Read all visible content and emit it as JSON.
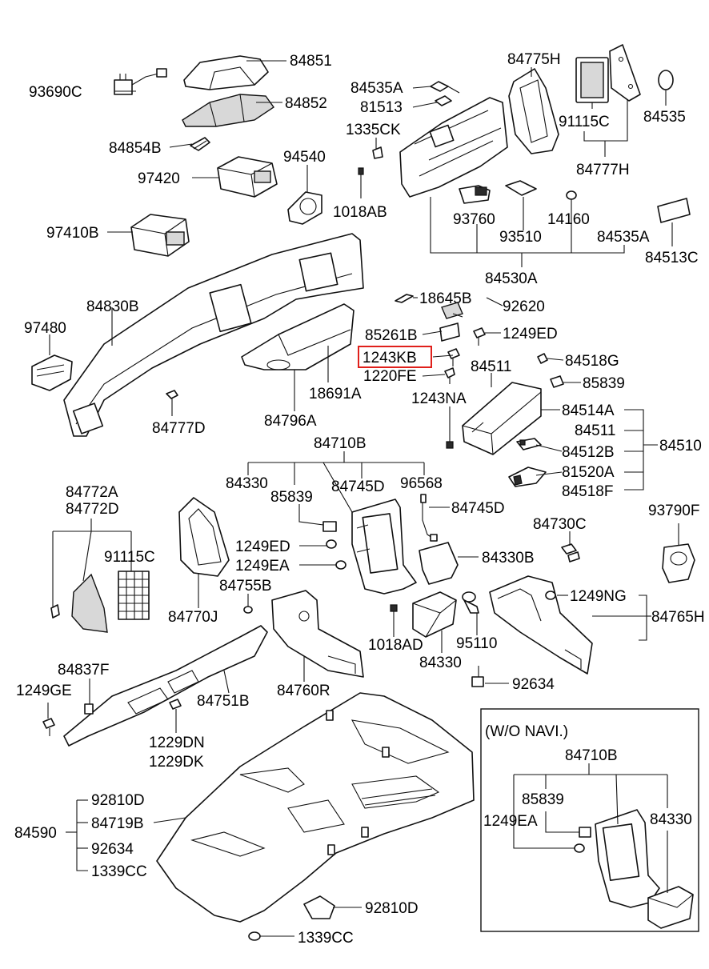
{
  "labels": [
    {
      "id": "l01",
      "text": "84851"
    },
    {
      "id": "l02",
      "text": "93690C"
    },
    {
      "id": "l03",
      "text": "84852"
    },
    {
      "id": "l04",
      "text": "84854B"
    },
    {
      "id": "l05",
      "text": "94540"
    },
    {
      "id": "l06",
      "text": "97420"
    },
    {
      "id": "l07",
      "text": "1018AB"
    },
    {
      "id": "l08",
      "text": "97410B"
    },
    {
      "id": "l09",
      "text": "84535A"
    },
    {
      "id": "l10",
      "text": "81513"
    },
    {
      "id": "l11",
      "text": "1335CK"
    },
    {
      "id": "l12",
      "text": "84775H"
    },
    {
      "id": "l13",
      "text": "91115C"
    },
    {
      "id": "l14",
      "text": "84535"
    },
    {
      "id": "l15",
      "text": "84777H"
    },
    {
      "id": "l16",
      "text": "93760"
    },
    {
      "id": "l17",
      "text": "14160"
    },
    {
      "id": "l18",
      "text": "93510"
    },
    {
      "id": "l19",
      "text": "84535A"
    },
    {
      "id": "l20",
      "text": "84513C"
    },
    {
      "id": "l21",
      "text": "84530A"
    },
    {
      "id": "l22",
      "text": "84830B"
    },
    {
      "id": "l23",
      "text": "97480"
    },
    {
      "id": "l24",
      "text": "84777D"
    },
    {
      "id": "l25",
      "text": "84796A"
    },
    {
      "id": "l26",
      "text": "18691A"
    },
    {
      "id": "l27",
      "text": "18645B"
    },
    {
      "id": "l28",
      "text": "92620"
    },
    {
      "id": "l29",
      "text": "85261B"
    },
    {
      "id": "l30",
      "text": "1249ED"
    },
    {
      "id": "l31",
      "text": "1243KB"
    },
    {
      "id": "l32",
      "text": "84518G"
    },
    {
      "id": "l33",
      "text": "1220FE"
    },
    {
      "id": "l34",
      "text": "84511"
    },
    {
      "id": "l35",
      "text": "85839"
    },
    {
      "id": "l36",
      "text": "1243NA"
    },
    {
      "id": "l37",
      "text": "84514A"
    },
    {
      "id": "l38",
      "text": "84511"
    },
    {
      "id": "l39",
      "text": "84510"
    },
    {
      "id": "l40",
      "text": "84512B"
    },
    {
      "id": "l41",
      "text": "81520A"
    },
    {
      "id": "l42",
      "text": "84518F"
    },
    {
      "id": "l43",
      "text": "84710B"
    },
    {
      "id": "l44",
      "text": "84330"
    },
    {
      "id": "l45",
      "text": "84745D"
    },
    {
      "id": "l46",
      "text": "96568"
    },
    {
      "id": "l47",
      "text": "85839"
    },
    {
      "id": "l48",
      "text": "84745D"
    },
    {
      "id": "l49",
      "text": "84772A"
    },
    {
      "id": "l50",
      "text": "84772D"
    },
    {
      "id": "l51",
      "text": "93790F"
    },
    {
      "id": "l52",
      "text": "84730C"
    },
    {
      "id": "l53",
      "text": "1249ED"
    },
    {
      "id": "l54",
      "text": "91115C"
    },
    {
      "id": "l55",
      "text": "84330B"
    },
    {
      "id": "l56",
      "text": "1249EA"
    },
    {
      "id": "l57",
      "text": "84755B"
    },
    {
      "id": "l58",
      "text": "1249NG"
    },
    {
      "id": "l59",
      "text": "84770J"
    },
    {
      "id": "l60",
      "text": "84765H"
    },
    {
      "id": "l61",
      "text": "1018AD"
    },
    {
      "id": "l62",
      "text": "95110"
    },
    {
      "id": "l63",
      "text": "84330"
    },
    {
      "id": "l64",
      "text": "84837F"
    },
    {
      "id": "l65",
      "text": "92634"
    },
    {
      "id": "l66",
      "text": "1249GE"
    },
    {
      "id": "l67",
      "text": "84751B"
    },
    {
      "id": "l68",
      "text": "84760R"
    },
    {
      "id": "l69",
      "text": "1229DN"
    },
    {
      "id": "l70",
      "text": "1229DK"
    },
    {
      "id": "l71",
      "text": "92810D"
    },
    {
      "id": "l72",
      "text": "84590"
    },
    {
      "id": "l73",
      "text": "84719B"
    },
    {
      "id": "l74",
      "text": "92634"
    },
    {
      "id": "l75",
      "text": "1339CC"
    },
    {
      "id": "l76",
      "text": "92810D"
    },
    {
      "id": "l77",
      "text": "1339CC"
    },
    {
      "id": "l78",
      "text": "(W/O NAVI.)"
    },
    {
      "id": "l79",
      "text": "84710B"
    },
    {
      "id": "l80",
      "text": "85839"
    },
    {
      "id": "l81",
      "text": "84330"
    },
    {
      "id": "l82",
      "text": "1249EA"
    }
  ],
  "highlight": {
    "label_id": "l31",
    "color": "#e0201b"
  }
}
